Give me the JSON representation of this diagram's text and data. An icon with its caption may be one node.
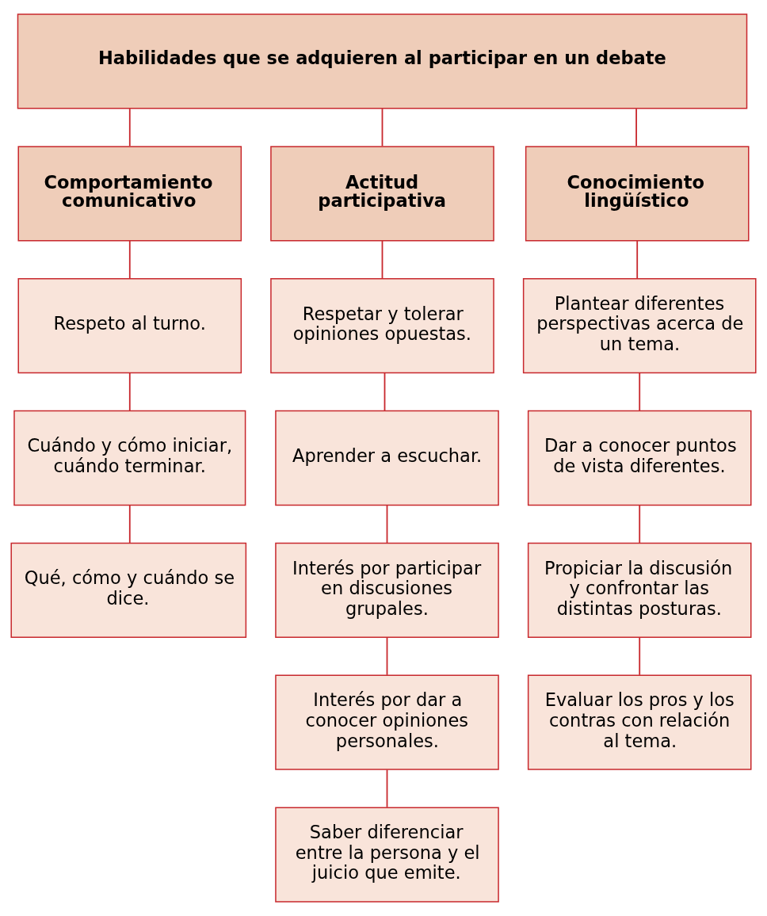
{
  "diagram": {
    "nodes": [
      {
        "text": [
          "Habilidades que se adquieren al participar en un debate"
        ]
      },
      {
        "text": [
          "Comportamiento comunicativo"
        ]
      },
      {
        "text": [
          "Actitud participativa"
        ]
      },
      {
        "text": [
          "Conocimiento lingüístico"
        ]
      },
      {
        "text": [
          "Respeto al turno."
        ]
      },
      {
        "text": [
          "Cuándo y cómo iniciar, cuándo terminar."
        ]
      },
      {
        "text": [
          "Qué, cómo y cuándo se dice."
        ]
      },
      {
        "text": [
          "Respetar y tolerar opiniones opuestas."
        ]
      },
      {
        "text": [
          "Aprender a escuchar."
        ]
      },
      {
        "text": [
          "Interés por participar en discusiones grupales."
        ]
      },
      {
        "text": [
          "Interés por dar a conocer opiniones personales."
        ]
      },
      {
        "text": [
          "Saber diferenciar entre la persona y el juicio que emite."
        ]
      },
      {
        "text": [
          "Plantear diferentes perspectivas acerca de un tema."
        ]
      },
      {
        "text": [
          "Dar a conocer puntos de vista diferentes."
        ]
      },
      {
        "text": [
          "Propiciar la discusión y confrontar las distintas posturas."
        ]
      },
      {
        "text": [
          "Evaluar los pros y los contras con relación al tema."
        ]
      }
    ],
    "edges": [
      {
        "from": 0,
        "to": 1,
        "arrow": "none"
      },
      {
        "from": 0,
        "to": 2,
        "arrow": "none"
      },
      {
        "from": 0,
        "to": 3,
        "arrow": "none"
      },
      {
        "from": 1,
        "to": 4,
        "arrow": "none"
      },
      {
        "from": 4,
        "to": 5,
        "arrow": "none"
      },
      {
        "from": 5,
        "to": 6,
        "arrow": "none"
      },
      {
        "from": 2,
        "to": 7,
        "arrow": "none"
      },
      {
        "from": 7,
        "to": 8,
        "arrow": "none"
      },
      {
        "from": 8,
        "to": 9,
        "arrow": "none"
      },
      {
        "from": 9,
        "to": 10,
        "arrow": "none"
      },
      {
        "from": 10,
        "to": 11,
        "arrow": "none"
      },
      {
        "from": 3,
        "to": 12,
        "arrow": "none"
      },
      {
        "from": 12,
        "to": 13,
        "arrow": "none"
      },
      {
        "from": 13,
        "to": 14,
        "arrow": "none"
      },
      {
        "from": 14,
        "to": 15,
        "arrow": "none"
      }
    ]
  }
}
